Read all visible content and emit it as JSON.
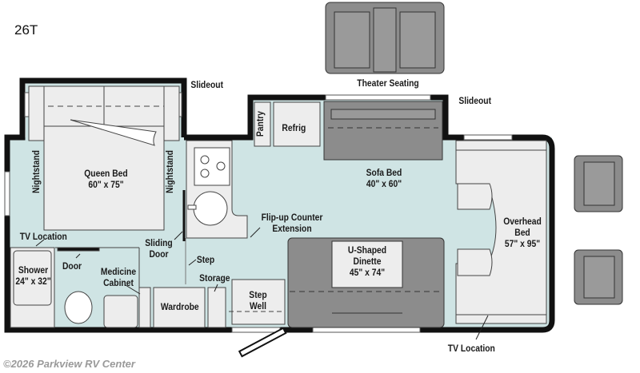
{
  "model": "26T",
  "labels": {
    "theater_seating": "Theater Seating",
    "slideout_left": "Slideout",
    "slideout_right": "Slideout",
    "pantry": "Pantry",
    "refrig": "Refrig",
    "nightstand_left": "Nightstand",
    "nightstand_right": "Nightstand",
    "queen_bed": "Queen Bed",
    "queen_bed_size": "60\" x 75\"",
    "sofa_bed": "Sofa Bed",
    "sofa_bed_size": "40\" x 60\"",
    "flip_counter_1": "Flip-up Counter",
    "flip_counter_2": "Extension",
    "overhead_bed_1": "Overhead",
    "overhead_bed_2": "Bed",
    "overhead_bed_size": "57\" x 95\"",
    "tv_location_left": "TV Location",
    "sliding_door_1": "Sliding",
    "sliding_door_2": "Door",
    "step": "Step",
    "shower": "Shower",
    "shower_size": "24\" x 32\"",
    "door": "Door",
    "medicine_1": "Medicine",
    "medicine_2": "Cabinet",
    "storage": "Storage",
    "wardrobe": "Wardrobe",
    "step_well_1": "Step",
    "step_well_2": "Well",
    "dinette_1": "U-Shaped",
    "dinette_2": "Dinette",
    "dinette_size": "45\" x 74\"",
    "tv_location_right": "TV Location"
  },
  "watermark": "©2026 Parkview RV Center",
  "colors": {
    "floor": "#cfe4e4",
    "wall": "#111111",
    "furniture": "#ededed",
    "seating": "#8c8c8c"
  }
}
